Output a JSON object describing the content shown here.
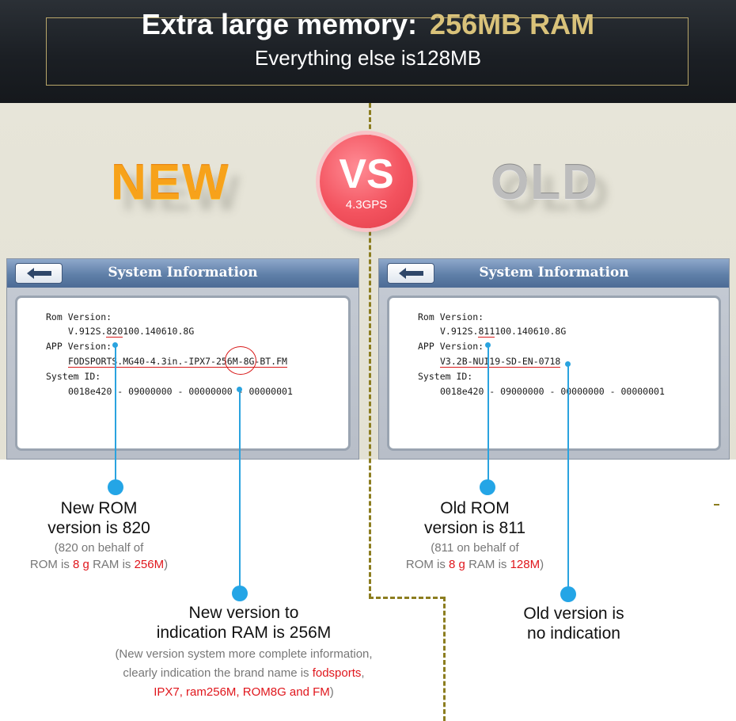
{
  "header": {
    "title": "Extra large memory:",
    "title_highlight": "256MB RAM",
    "subtitle": "Everything else is128MB"
  },
  "labels": {
    "new": "NEW",
    "old": "OLD",
    "vs": "VS",
    "vs_sub": "4.3GPS"
  },
  "panel_title": "System Information",
  "new_panel": {
    "rom_label": "Rom Version:",
    "rom_pre": "V.912S.",
    "rom_mark": "820",
    "rom_post": "100.140610.8G",
    "app_label": "APP Version:",
    "app_pre": "FODSPORTS.MG40-4.3in.-IPX7-",
    "app_mark": "256M",
    "app_post": "-8G-BT.FM",
    "sys_label": "System ID:",
    "sys_value": "0018e420 - 09000000 - 00000000 - 00000001"
  },
  "old_panel": {
    "rom_label": "Rom Version:",
    "rom_pre": "V.912S.",
    "rom_mark": "811",
    "rom_post": "100.140610.8G",
    "app_label": "APP Version:",
    "app_value": "V3.2B-NUI19-SD-EN-0718",
    "sys_label": "System ID:",
    "sys_value": "0018e420 - 09000000 - 00000000 - 00000001"
  },
  "captions": {
    "new_rom": {
      "line1": "New ROM",
      "line2": "version is 820",
      "note1": "(820 on behalf of",
      "note2_a": "ROM is ",
      "note2_b": "8 g",
      "note2_c": " RAM is ",
      "note2_d": "256M",
      "note2_e": ")"
    },
    "old_rom": {
      "line1": "Old ROM",
      "line2": "version is 811",
      "note1": "(811 on behalf of",
      "note2_a": "ROM is ",
      "note2_b": "8 g",
      "note2_c": " RAM is ",
      "note2_d": "128M",
      "note2_e": ")"
    },
    "new_ram": {
      "line1": "New version to",
      "line2": "indication RAM is 256M",
      "note1": "(New version system more complete information,",
      "note2_a": "clearly indication the brand name is ",
      "note2_b": "fodsports",
      "note2_c": ",",
      "note3_a": "IPX7, ram256M, ROM8G and FM",
      "note3_b": ")"
    },
    "old_ram": {
      "line1": "Old version is",
      "line2": "no indication"
    }
  },
  "colors": {
    "accent_gold": "#d9c27a",
    "callout_blue": "#24a5e6",
    "highlight_red": "#e0161c",
    "vs_red": "#f3535f"
  },
  "icons": {
    "back": "back-arrow-icon"
  }
}
